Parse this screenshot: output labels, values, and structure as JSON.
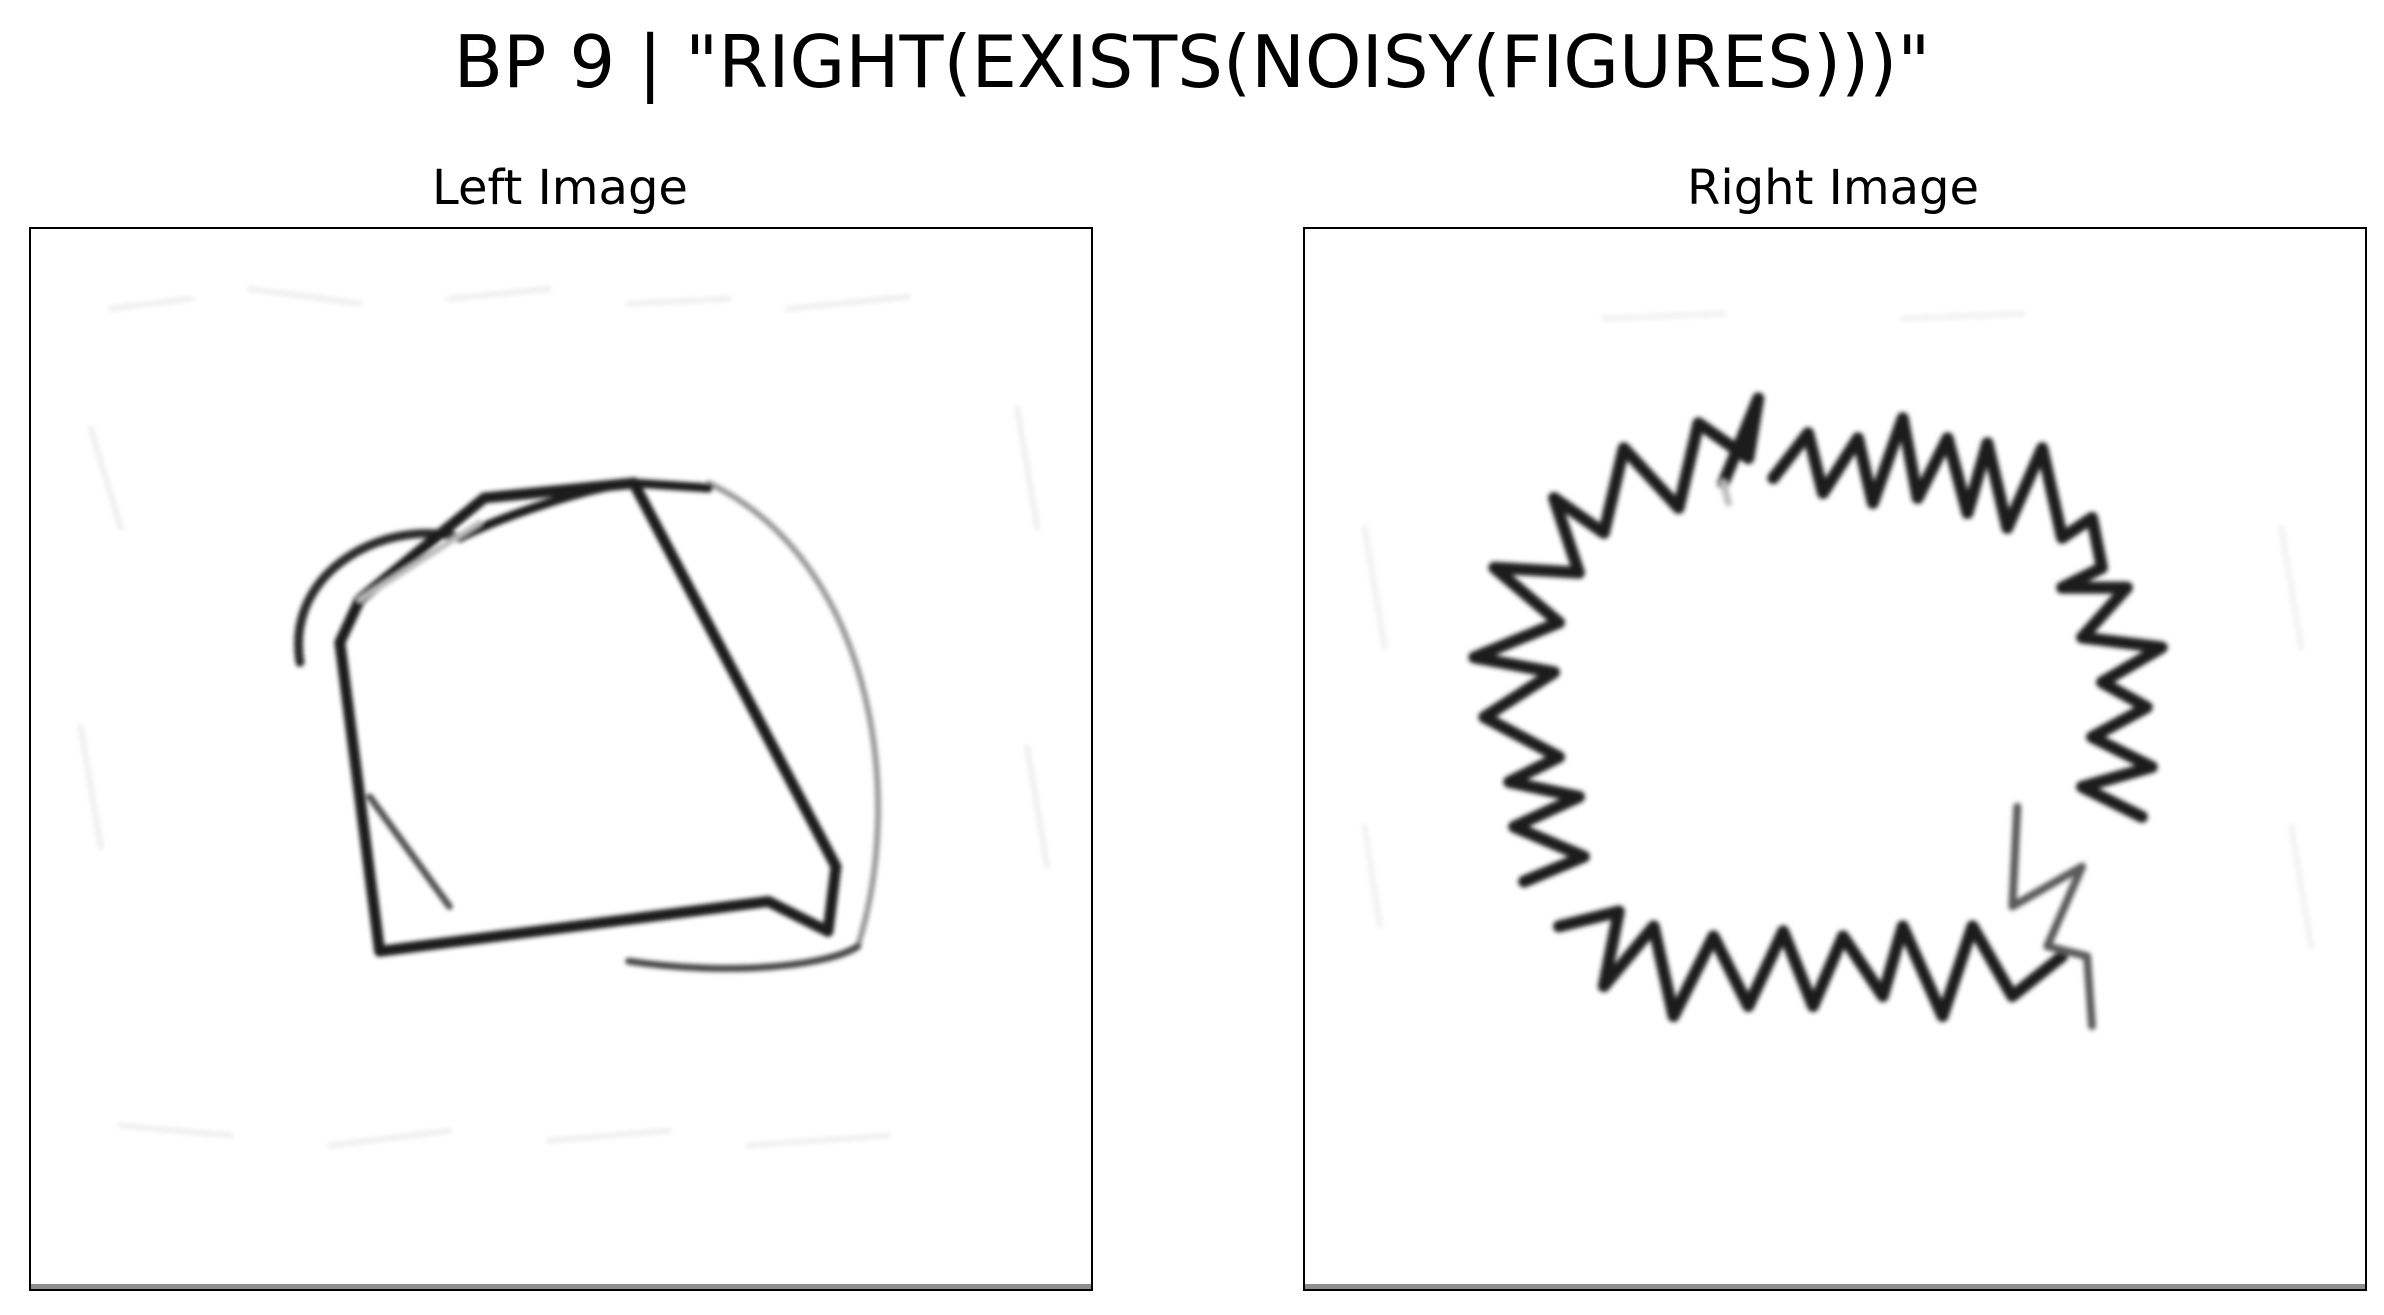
{
  "figure": {
    "title": "BP 9 | \"RIGHT(EXISTS(NOISY(FIGURES)))\"",
    "panels": [
      {
        "title": "Left Image",
        "content": "smooth hand-drawn quadrilateral with curved arc strokes"
      },
      {
        "title": "Right Image",
        "content": "closed figure outlined with jagged noisy zigzag strokes"
      }
    ]
  },
  "colors": {
    "background": "#ffffff",
    "stroke": "#111111",
    "frame": "#000000"
  }
}
